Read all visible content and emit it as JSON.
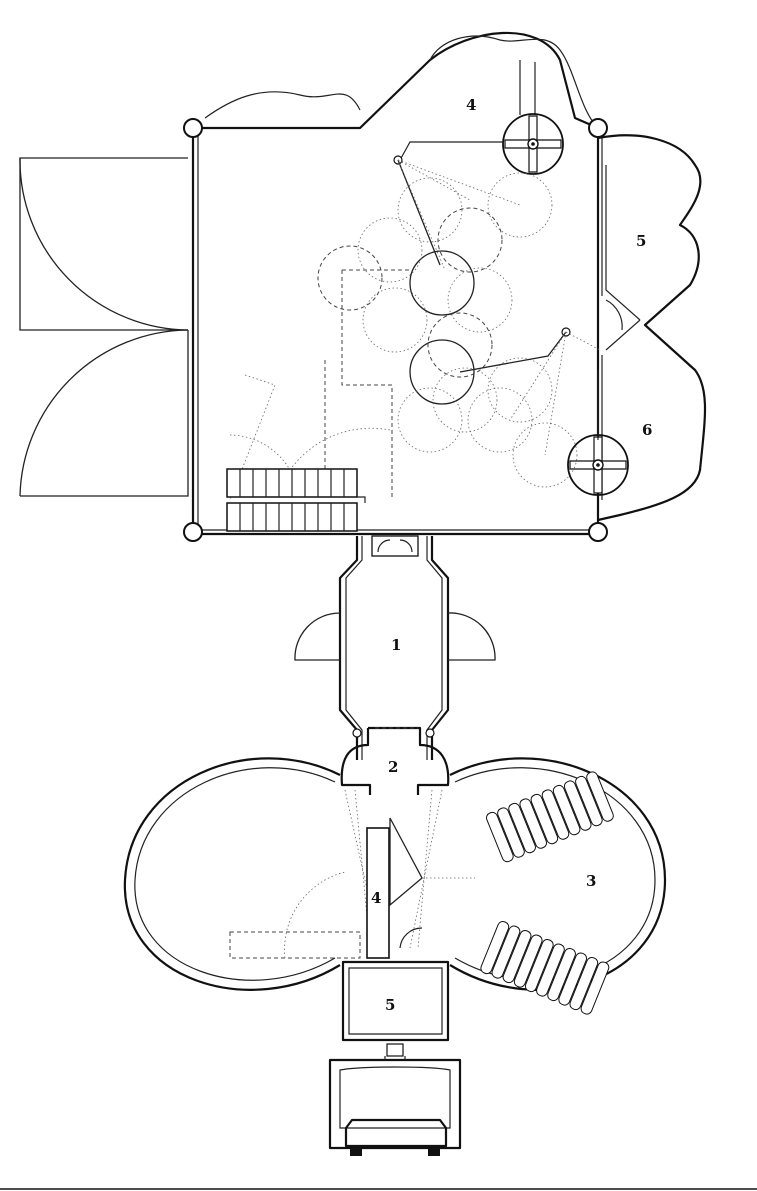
{
  "labels": {
    "upper_room_4": "4",
    "upper_room_5": "5",
    "upper_room_6": "6",
    "room_1": "1",
    "room_2": "2",
    "room_3": "3",
    "lower_room_4": "4",
    "lower_room_5": "5"
  },
  "colors": {
    "ink": "#111111",
    "paper": "#ffffff"
  }
}
